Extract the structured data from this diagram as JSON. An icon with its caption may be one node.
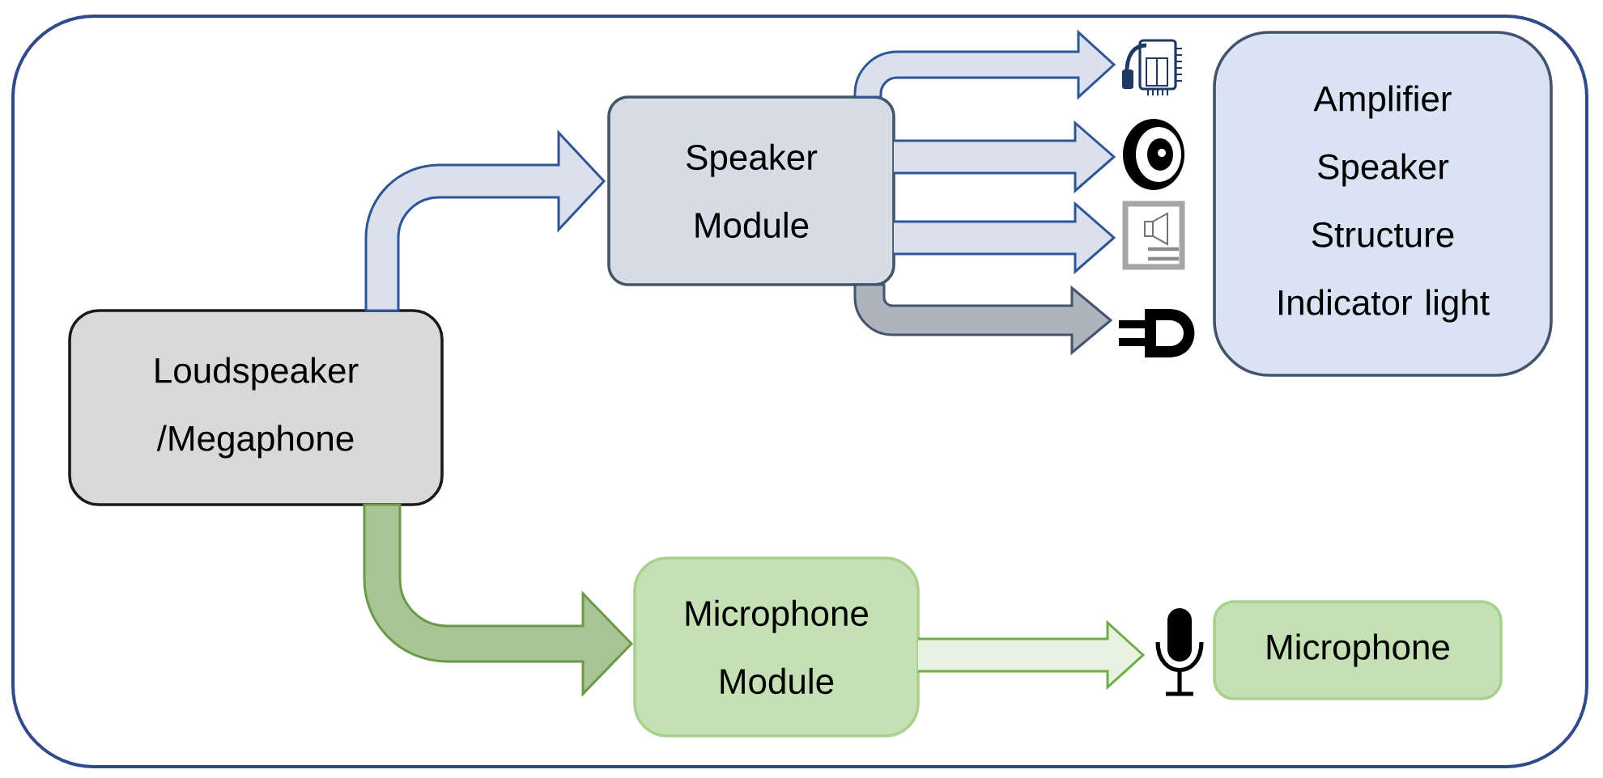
{
  "diagram": {
    "nodes": [
      {
        "text": [
          "Loudspeaker /Megaphone"
        ]
      },
      {
        "text": [
          "Speaker Module"
        ]
      },
      {
        "text": [],
        "shape": "picture"
      },
      {
        "text": [],
        "shape": "picture"
      },
      {
        "text": [],
        "shape": "picture"
      },
      {
        "text": [],
        "shape": "picture"
      },
      {
        "text": [
          "Amplifier",
          "Speaker",
          "Structure",
          "Indicator light"
        ]
      },
      {
        "text": [
          "Microphone Module"
        ]
      },
      {
        "text": [],
        "shape": "picture"
      },
      {
        "text": [
          "Microphone"
        ]
      }
    ],
    "edges": [
      {
        "from": 0,
        "to": 1,
        "arrow": "to"
      },
      {
        "from": 1,
        "to": 2,
        "arrow": "to"
      },
      {
        "from": 1,
        "to": 3,
        "arrow": "to"
      },
      {
        "from": 1,
        "to": 4,
        "arrow": "to"
      },
      {
        "from": 1,
        "to": 5,
        "arrow": "to",
        "color": "#44546a"
      },
      {
        "from": 0,
        "to": 7,
        "arrow": "to",
        "color": "#6a9a48"
      },
      {
        "from": 7,
        "to": 8,
        "arrow": "to",
        "color": "#70ad47"
      }
    ]
  }
}
